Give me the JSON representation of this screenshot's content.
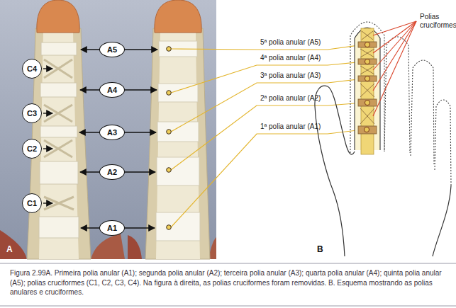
{
  "diagram": {
    "caption": "Figura 2.99A. Primeira polia anular (A1); segunda polia anular (A2); terceira polia anular (A3); quarta polia anular (A4); quinta polia anular (A5); polias cruciformes (C1, C2, C3, C4). Na figura à direita, as polias cruciformes foram removidas. B. Esquema mostrando as polias anulares e cruciformes.",
    "nodes": [
      {
        "text": [
          "C4"
        ]
      },
      {
        "text": [
          "A5"
        ]
      },
      {
        "text": [
          "A4"
        ]
      },
      {
        "text": [
          "C3"
        ]
      },
      {
        "text": [
          "A3"
        ]
      },
      {
        "text": [
          "C2"
        ]
      },
      {
        "text": [
          "A2"
        ]
      },
      {
        "text": [
          "C1"
        ]
      },
      {
        "text": [
          "A1"
        ]
      }
    ],
    "labels": [
      "Polias cruciformes",
      "5ª polia anular (A5)",
      "4ª polia anular (A4)",
      "3ª polia anular (A3)",
      "2ª polia anular (A2)",
      "1ª polia anular (A1)",
      "A",
      "B"
    ]
  }
}
